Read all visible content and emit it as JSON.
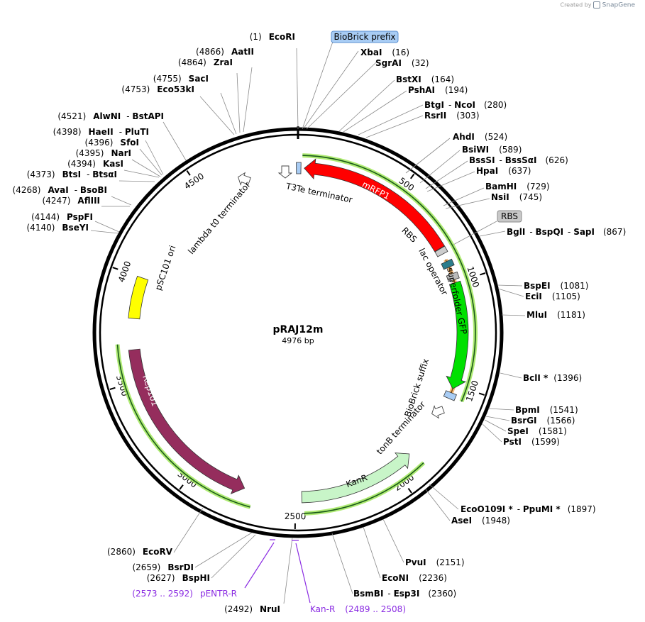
{
  "header": {
    "created_by": "Created by",
    "brand": "SnapGene"
  },
  "plasmid": {
    "name": "pRAJ12m",
    "length_label": "4976 bp",
    "length": 4976
  },
  "ticks": [
    "500",
    "1000",
    "1500",
    "2000",
    "2500",
    "3000",
    "3500",
    "4000",
    "4500"
  ],
  "pills": [
    {
      "label": "BioBrick prefix",
      "color": "#a8ccf4",
      "border": "#5b8fd0"
    },
    {
      "label": "RBS",
      "color": "#c8c8c8",
      "border": "#8a8a8a"
    }
  ],
  "features": [
    {
      "label": "mRFP1",
      "color": "#ff0000"
    },
    {
      "label": "superfolder GFP",
      "color": "#00e000"
    },
    {
      "label": "KanR",
      "color": "#c8f5c8"
    },
    {
      "label": "Rep101",
      "color": "#952d5d"
    },
    {
      "label": "pSC101 ori",
      "color": "#ffff00"
    },
    {
      "label": "lambda t0 terminator",
      "color": "#ffffff"
    },
    {
      "label": "T3Te terminator",
      "color": "#ffffff"
    },
    {
      "label": "RBS",
      "color": "#cccccc"
    },
    {
      "label": "lac operator",
      "color": "#2b7d8c"
    },
    {
      "label": "BioBrick suffix",
      "color": "#a8ccf4"
    },
    {
      "label": "tonB terminator",
      "color": "#ffffff"
    }
  ],
  "sites": [
    {
      "num": "(1)",
      "name": "EcoRI",
      "side": "L"
    },
    {
      "num": "(4866)",
      "name": "AatII",
      "side": "L"
    },
    {
      "num": "(4864)",
      "name": "ZraI",
      "side": "L"
    },
    {
      "num": "(4755)",
      "name": "SacI",
      "side": "L"
    },
    {
      "num": "(4753)",
      "name": "Eco53kI",
      "side": "L"
    },
    {
      "num": "(4521)",
      "name": "AlwNI",
      "extra": "BstAPI",
      "side": "L"
    },
    {
      "num": "(4398)",
      "name": "HaeII",
      "extra": "PluTI",
      "side": "L"
    },
    {
      "num": "(4396)",
      "name": "SfoI",
      "side": "L"
    },
    {
      "num": "(4395)",
      "name": "NarI",
      "side": "L"
    },
    {
      "num": "(4394)",
      "name": "KasI",
      "side": "L"
    },
    {
      "num": "(4373)",
      "name": "BtsI",
      "extra": "BtsαI",
      "side": "L"
    },
    {
      "num": "(4268)",
      "name": "AvaI",
      "extra": "BsoBI",
      "side": "L"
    },
    {
      "num": "(4247)",
      "name": "AflIII",
      "side": "L"
    },
    {
      "num": "(4144)",
      "name": "PspFI",
      "side": "L"
    },
    {
      "num": "(4140)",
      "name": "BseYI",
      "side": "L"
    },
    {
      "num": "(16)",
      "name": "XbaI",
      "side": "R"
    },
    {
      "num": "(32)",
      "name": "SgrAI",
      "side": "R"
    },
    {
      "num": "(164)",
      "name": "BstXI",
      "side": "R"
    },
    {
      "num": "(194)",
      "name": "PshAI",
      "side": "R"
    },
    {
      "num": "(280)",
      "name": "BtgI",
      "extra": "NcoI",
      "side": "R"
    },
    {
      "num": "(303)",
      "name": "RsrII",
      "side": "R"
    },
    {
      "num": "(524)",
      "name": "AhdI",
      "side": "R"
    },
    {
      "num": "(589)",
      "name": "BsiWI",
      "side": "R"
    },
    {
      "num": "(626)",
      "name": "BssSI",
      "extra": "BssSαI",
      "side": "R"
    },
    {
      "num": "(637)",
      "name": "HpaI",
      "side": "R"
    },
    {
      "num": "(729)",
      "name": "BamHI",
      "side": "R"
    },
    {
      "num": "(745)",
      "name": "NsiI",
      "side": "R"
    },
    {
      "num": "(867)",
      "name": "BglI",
      "extra": "BspQI",
      "extra2": "SapI",
      "side": "R"
    },
    {
      "num": "(1081)",
      "name": "BspEI",
      "side": "R"
    },
    {
      "num": "(1105)",
      "name": "EciI",
      "side": "R"
    },
    {
      "num": "(1181)",
      "name": "MluI",
      "side": "R"
    },
    {
      "num": "(1396)",
      "name": "BclI *",
      "side": "R"
    },
    {
      "num": "(1541)",
      "name": "BpmI",
      "side": "R"
    },
    {
      "num": "(1566)",
      "name": "BsrGI",
      "side": "R"
    },
    {
      "num": "(1581)",
      "name": "SpeI",
      "side": "R"
    },
    {
      "num": "(1599)",
      "name": "PstI",
      "side": "R"
    },
    {
      "num": "(1897)",
      "name": "EcoO109I *",
      "extra": "PpuMI *",
      "side": "R"
    },
    {
      "num": "(1948)",
      "name": "AseI",
      "side": "R"
    },
    {
      "num": "(2151)",
      "name": "PvuI",
      "side": "R"
    },
    {
      "num": "(2236)",
      "name": "EcoNI",
      "side": "R"
    },
    {
      "num": "(2360)",
      "name": "BsmBI",
      "extra": "Esp3I",
      "side": "R"
    },
    {
      "num": "(2860)",
      "name": "EcoRV",
      "side": "L"
    },
    {
      "num": "(2659)",
      "name": "BsrDI",
      "side": "L"
    },
    {
      "num": "(2627)",
      "name": "BspHI",
      "side": "L"
    },
    {
      "num": "(2492)",
      "name": "NruI",
      "side": "L"
    }
  ],
  "primers": [
    {
      "range": "(2573 .. 2592)",
      "name": "pENTR-R"
    },
    {
      "range": "(2489 .. 2508)",
      "name": "Kan-R"
    }
  ],
  "colors": {
    "primer": "#8a2be2",
    "leader": "#888888",
    "backbone": "#000000",
    "highlight_green": "#9be650",
    "highlight_orange": "#f2b36b"
  }
}
